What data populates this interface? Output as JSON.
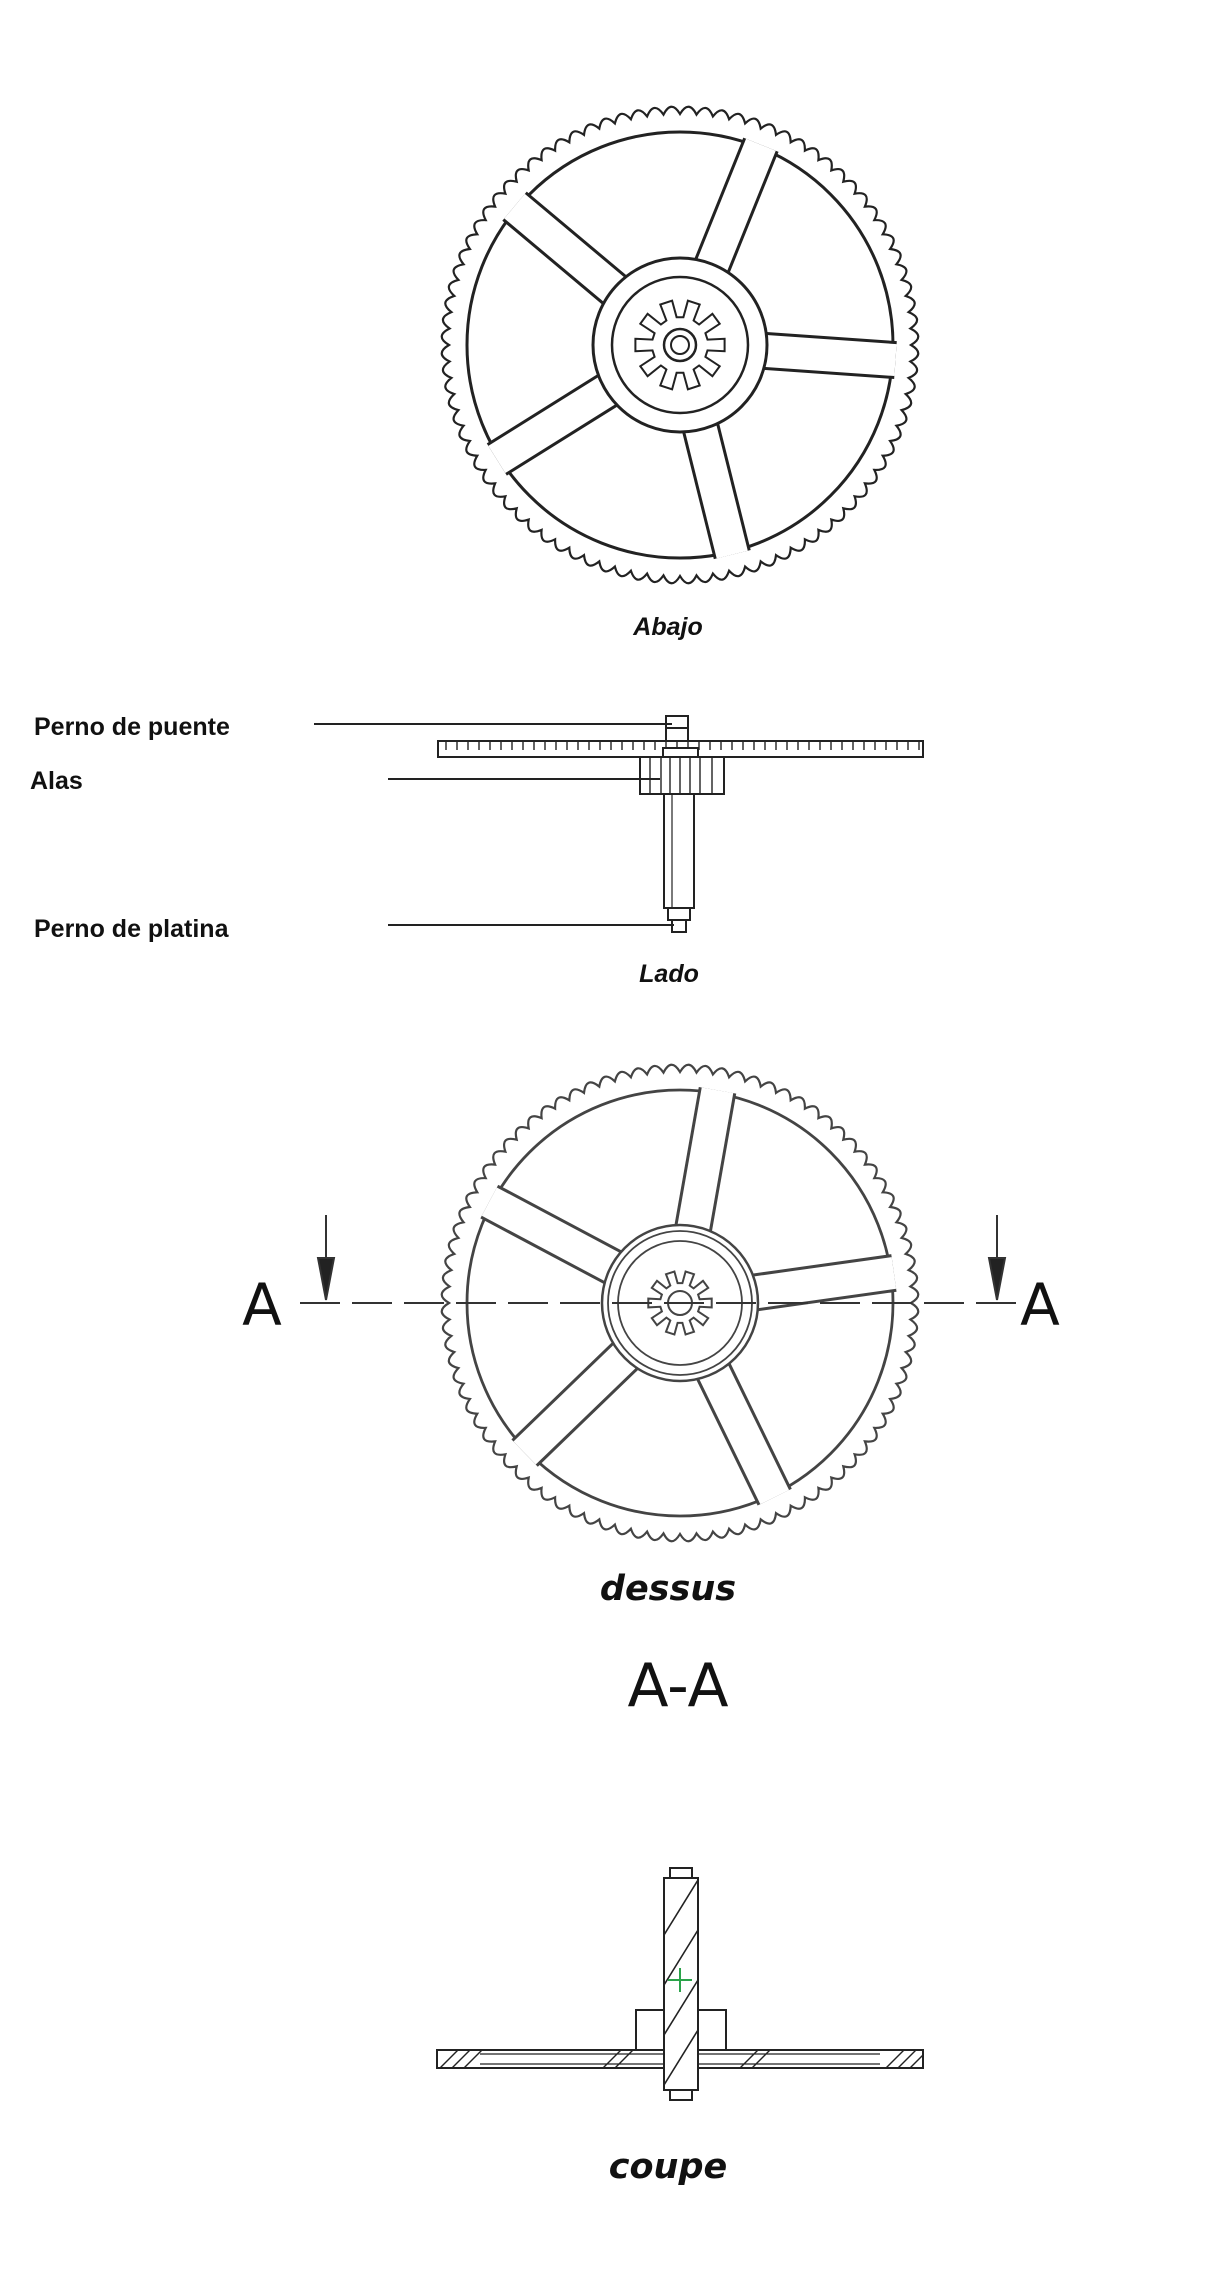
{
  "views": {
    "bottom": {
      "caption": "Abajo"
    },
    "side": {
      "caption": "Lado",
      "labels": {
        "bridge_pivot": "Perno de puente",
        "leaves": "Alas",
        "plate_pivot": "Perno de platina"
      }
    },
    "top": {
      "caption": "dessus",
      "section_mark_left": "A",
      "section_mark_right": "A"
    },
    "section": {
      "title": "A-A",
      "caption": "coupe"
    }
  },
  "wheel": {
    "tooth_count": 88,
    "spoke_count": 5,
    "pinion_leaves": 10
  },
  "colors": {
    "line": "#222222",
    "centerline": "#2aa34a"
  }
}
